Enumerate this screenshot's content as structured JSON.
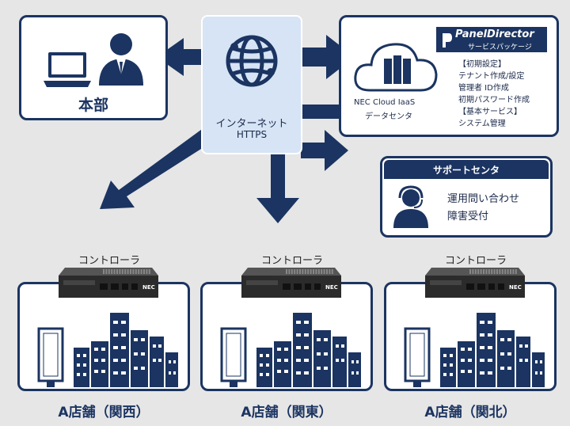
{
  "hq": {
    "label": "本部"
  },
  "internet": {
    "line1": "インターネット",
    "line2": "HTTPS"
  },
  "cloud": {
    "brand": "PanelDirector",
    "brand_sub": "サービスパッケージ",
    "dc_line1": "NEC Cloud IaaS",
    "dc_line2": "データセンタ",
    "services": [
      "【初期設定】",
      "テナント作成/設定",
      "管理者 ID作成",
      "初期パスワード作成",
      "【基本サービス】",
      "システム管理"
    ]
  },
  "support": {
    "title": "サポートセンタ",
    "line1": "運用問い合わせ",
    "line2": "障害受付"
  },
  "stores": [
    {
      "controller": "コントローラ",
      "name": "A店舗（関西）",
      "brand": "NEC"
    },
    {
      "controller": "コントローラ",
      "name": "A店舗（関東）",
      "brand": "NEC"
    },
    {
      "controller": "コントローラ",
      "name": "A店舗（関北）",
      "brand": "NEC"
    }
  ],
  "colors": {
    "navy": "#1b3461",
    "light_blue": "#d6e4f5",
    "bg": "#e6e6e6"
  }
}
